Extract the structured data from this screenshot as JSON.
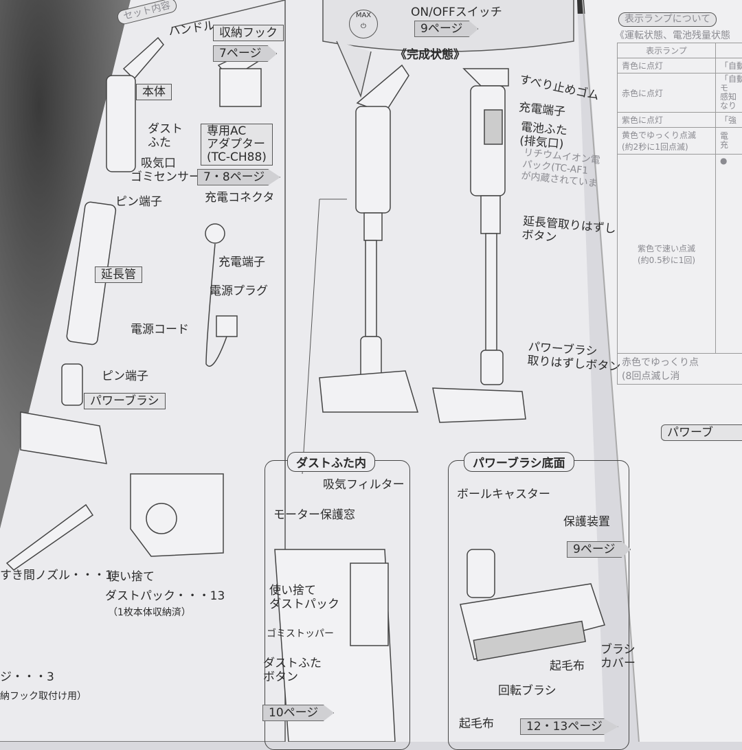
{
  "left_page": {
    "section_tab": "セット内容",
    "labels": {
      "handle": "ハンドル",
      "storage_hook": "収納フック",
      "storage_hook_page": "7ページ",
      "body": "本体",
      "dust_lid": "ダスト\nふた",
      "intake": "吸気口",
      "dust_sensor": "ゴミセンサー",
      "ac_adapter": "専用AC\nアダプター\n(TC-CH88)",
      "ac_adapter_page": "7・8ページ",
      "pin_terminal_1": "ピン端子",
      "charge_connector": "充電コネクタ",
      "charge_terminal": "充電端子",
      "extension_pipe": "延長管",
      "power_plug": "電源プラグ",
      "power_cord": "電源コード",
      "pin_terminal_2": "ピン端子",
      "power_brush": "パワーブラシ",
      "crevice_nozzle": "すき間ノズル・・・1",
      "dust_pack_1": "使い捨て",
      "dust_pack_2": "ダストパック・・・13",
      "dust_pack_note": "（1枚本体収納済）",
      "screws": "ジ・・・3",
      "screws_note": "納フック取付け用）"
    }
  },
  "center": {
    "max_button": "MAX",
    "on_off_switch": "ON/OFFスイッチ",
    "on_off_page": "9ページ",
    "completed_title": "《完成状態》",
    "non_slip_rubber": "すべり止めゴム",
    "charge_terminal": "充電端子",
    "battery_cover": "電池ふた\n(排気口)",
    "battery_note": "リチウムイオン電\nパック(TC-AF1\nが内蔵されていま",
    "extension_release": "延長管取りはずし\nボタン",
    "brush_release": "パワーブラシ\n取りはずしボタン",
    "dust_panel": {
      "title": "ダストふた内",
      "intake_filter": "吸気フィルター",
      "motor_window": "モーター保護窓",
      "dust_pack": "使い捨て\nダストパック",
      "dust_stopper": "ゴミストッパー",
      "lid_button": "ダストふた\nボタン",
      "page": "10ページ"
    },
    "brush_panel": {
      "title": "パワーブラシ底面",
      "ball_caster": "ボールキャスター",
      "protector": "保護装置",
      "protector_page": "9ページ",
      "brush_cover": "ブラシ\nカバー",
      "raised_cloth_1": "起毛布",
      "rotating_brush": "回転ブラシ",
      "raised_cloth_2": "起毛布",
      "page": "12・13ページ"
    }
  },
  "right_page": {
    "section_title": "表示ランプについて",
    "subtitle": "《運転状態、電池残量状態",
    "table": {
      "header": "表示ランプ",
      "rows": [
        {
          "lamp": "青色に点灯",
          "desc": "「自動"
        },
        {
          "lamp": "赤色に点灯",
          "desc": "「自動\nモ\n感知\nなり"
        },
        {
          "lamp": "紫色に点灯",
          "desc": "「強"
        },
        {
          "lamp": "黄色でゆっくり点滅\n(約2秒に1回点滅)",
          "desc": "電\n充"
        },
        {
          "lamp": "紫色で速い点滅\n(約0.5秒に1回)",
          "desc": "●"
        },
        {
          "lamp": "赤色でゆっくり点\n(8回点滅し消",
          "desc": ""
        }
      ]
    },
    "next_section": "パワーブ"
  }
}
